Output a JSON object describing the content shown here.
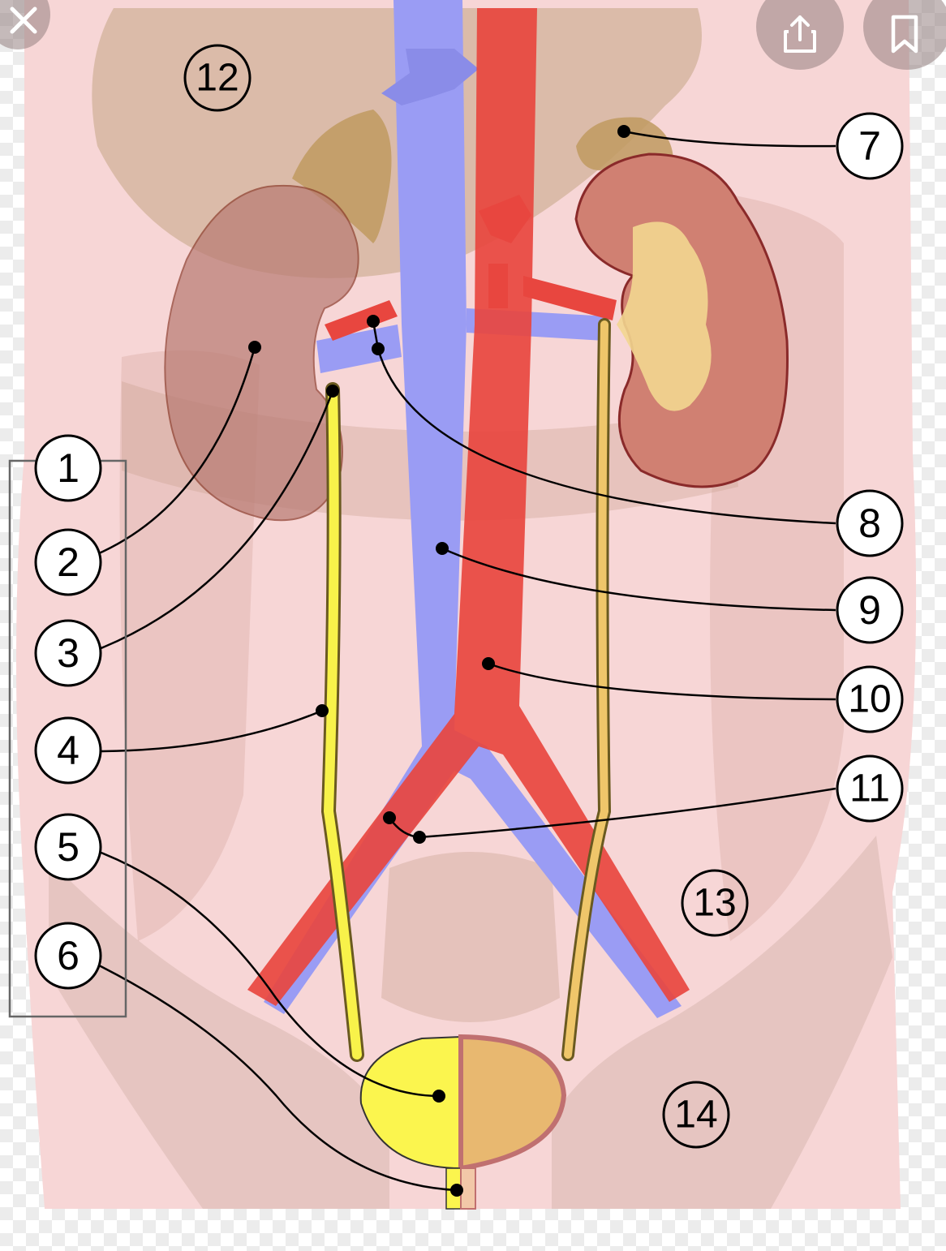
{
  "toolbar": {
    "close": {
      "icon": "close-icon"
    },
    "share": {
      "icon": "share-icon"
    },
    "bookmark": {
      "icon": "bookmark-icon"
    }
  },
  "colors": {
    "body": "#f7d6d6",
    "organ_shadow": "#c8a88a",
    "vein": "#9a9cf4",
    "artery": "#e8463f",
    "ureter": "#f8f24a",
    "kidney": "#c97a6a",
    "bladder_yellow": "#fbf54e",
    "bladder_tan": "#e8b870"
  },
  "diagram": {
    "labels": [
      "1",
      "2",
      "3",
      "4",
      "5",
      "6",
      "7",
      "8",
      "9",
      "10",
      "11",
      "12",
      "13",
      "14"
    ]
  }
}
